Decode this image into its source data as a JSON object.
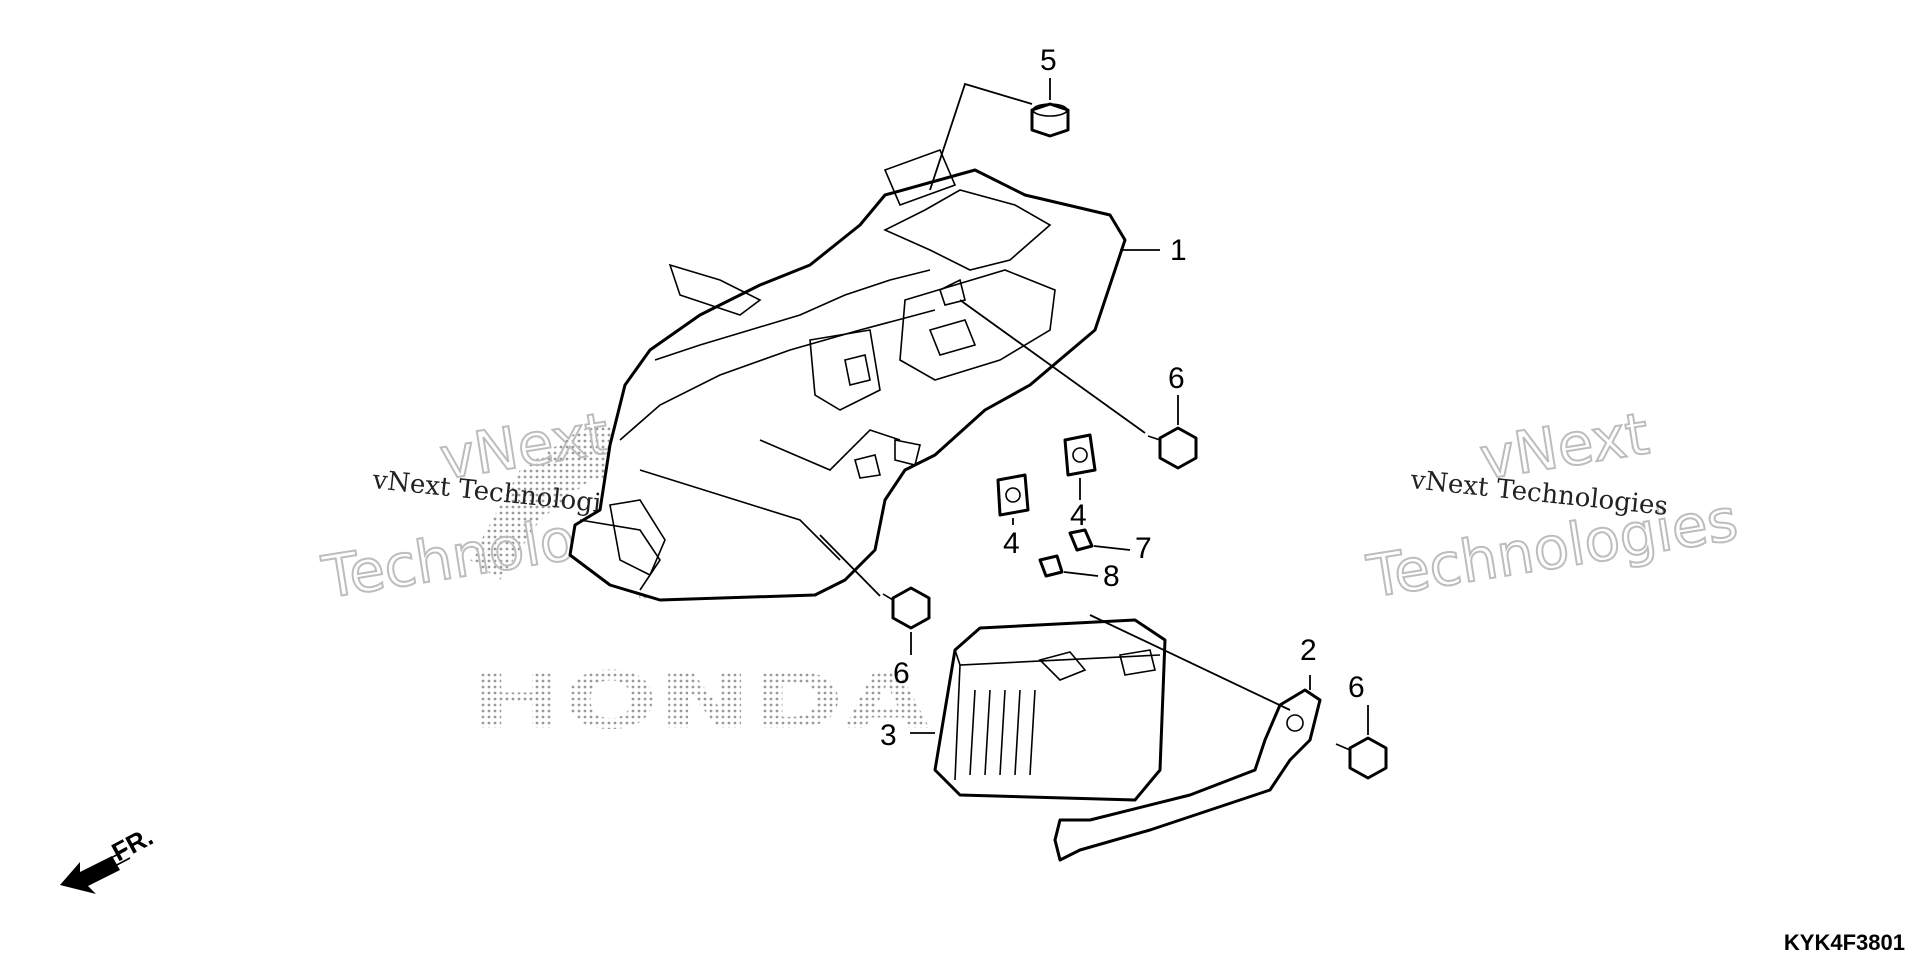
{
  "diagram": {
    "callouts": [
      {
        "id": "c1",
        "label": "1"
      },
      {
        "id": "c2",
        "label": "2"
      },
      {
        "id": "c3",
        "label": "3"
      },
      {
        "id": "c4a",
        "label": "4"
      },
      {
        "id": "c4b",
        "label": "4"
      },
      {
        "id": "c5",
        "label": "5"
      },
      {
        "id": "c6a",
        "label": "6"
      },
      {
        "id": "c6b",
        "label": "6"
      },
      {
        "id": "c6c",
        "label": "6"
      },
      {
        "id": "c7",
        "label": "7"
      },
      {
        "id": "c8",
        "label": "8"
      }
    ],
    "watermarks": [
      {
        "line1": "vNext",
        "line2": "Technologies",
        "small": "vNext Technologies"
      },
      {
        "line1": "vNext",
        "line2": "Technologies",
        "small": "vNext Technologies"
      }
    ],
    "brand_text": "HONDA",
    "front_label": "FR.",
    "diagram_code": "KYK4F3801",
    "colors": {
      "line": "#000000",
      "watermark": "#bdbdbd",
      "halftone": "#9a9a9a"
    }
  }
}
